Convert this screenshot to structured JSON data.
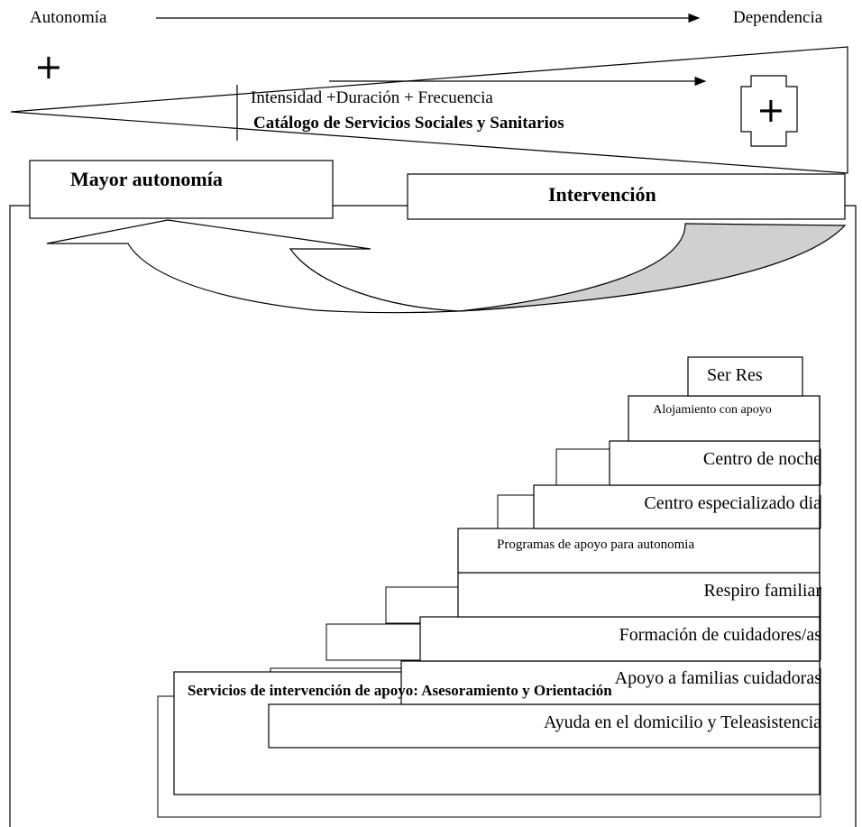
{
  "axis": {
    "left_label": "Autonomía",
    "right_label": "Dependencia"
  },
  "wedge": {
    "plus_sign": "+",
    "line1": "Intensidad +Duración + Frecuencia",
    "line2": "Catálogo de Servicios Sociales y Sanitarios",
    "cross_plus": "+"
  },
  "boxes": {
    "left": "Mayor autonomía",
    "right": "Intervención"
  },
  "steps": {
    "base": "Servicios de intervención de apoyo: Asesoramiento y Orientación",
    "s1": "Ayuda en el domicilio y Teleasistencia",
    "s2": "Apoyo a familias cuidadoras",
    "s3": "Formación de cuidadores/as",
    "s4": "Respiro familiar",
    "s5": "Programas de apoyo para autonomia",
    "s6": "Centro especializado dia",
    "s7": "Centro de noche",
    "s8": "Alojamiento con apoyo",
    "s9": "Ser Res"
  }
}
